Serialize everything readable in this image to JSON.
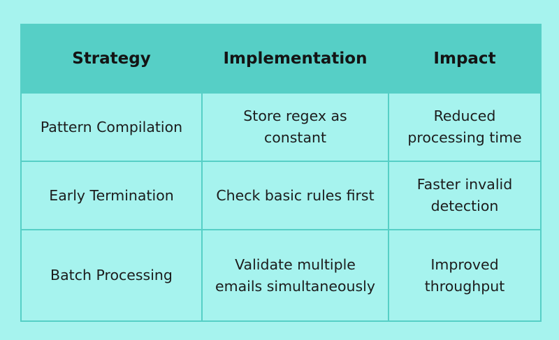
{
  "table": {
    "headers": [
      "Strategy",
      "Implementation",
      "Impact"
    ],
    "rows": [
      [
        "Pattern Compilation",
        "Store regex as constant",
        "Reduced processing time"
      ],
      [
        "Early Termination",
        "Check basic rules first",
        "Faster invalid detection"
      ],
      [
        "Batch Processing",
        "Validate multiple emails simultaneously",
        "Improved throughput"
      ]
    ]
  },
  "colors": {
    "background": "#a6f3ee",
    "header": "#56cfc6",
    "border": "#56cfc6"
  }
}
